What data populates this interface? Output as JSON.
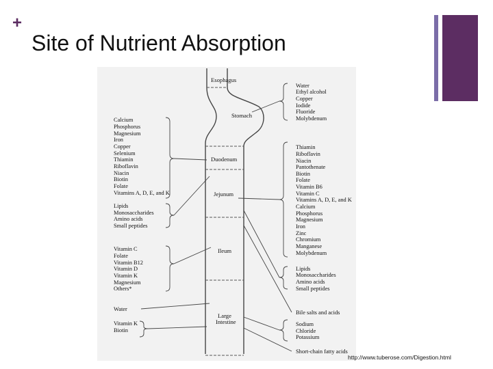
{
  "slide": {
    "plus_symbol": "+",
    "title": "Site of Nutrient Absorption",
    "source": "http://www.tuberose.com/Digestion.html"
  },
  "organs": {
    "esophagus": "Esophagus",
    "stomach": "Stomach",
    "duodenum": "Duodenum",
    "jejunum": "Jejunum",
    "ileum": "Ileum",
    "large_intestine_1": "Large",
    "large_intestine_2": "Intestine"
  },
  "right": {
    "stomach_group": [
      "Water",
      "Ethyl alcohol",
      "Copper",
      "Iodide",
      "Fluoride",
      "Molybdenum"
    ],
    "jejunum_group": [
      "Thiamin",
      "Riboflavin",
      "Niacin",
      "Pantothenate",
      "Biotin",
      "Folate",
      "Vitamin B6",
      "Vitamin C",
      "Vitamins A, D, E, and K",
      "Calcium",
      "Phosphorus",
      "Magnesium",
      "Iron",
      "Zinc",
      "Chromium",
      "Manganese",
      "Molybdenum"
    ],
    "ileum_group": [
      "Lipids",
      "Monosaccharides",
      "Amino acids",
      "Small peptides"
    ],
    "bile": "Bile salts and acids",
    "colon_group": [
      "Sodium",
      "Chloride",
      "Potassium"
    ],
    "scfa": "Short-chain fatty acids"
  },
  "left": {
    "duodenum_group": [
      "Calcium",
      "Phosphorus",
      "Magnesium",
      "Iron",
      "Copper",
      "Selenium",
      "Thiamin",
      "Riboflavin",
      "Niacin",
      "Biotin",
      "Folate",
      "Vitamins A, D, E, and K"
    ],
    "jejunum_group": [
      "Lipids",
      "Monosaccharides",
      "Amino acids",
      "Small peptides"
    ],
    "ileum_group": [
      "Vitamin C",
      "Folate",
      "Vitamin B12",
      "Vitamin D",
      "Vitamin K",
      "Magnesium",
      "Others*"
    ],
    "water": "Water",
    "colon_group": [
      "Vitamin K",
      "Biotin"
    ]
  }
}
